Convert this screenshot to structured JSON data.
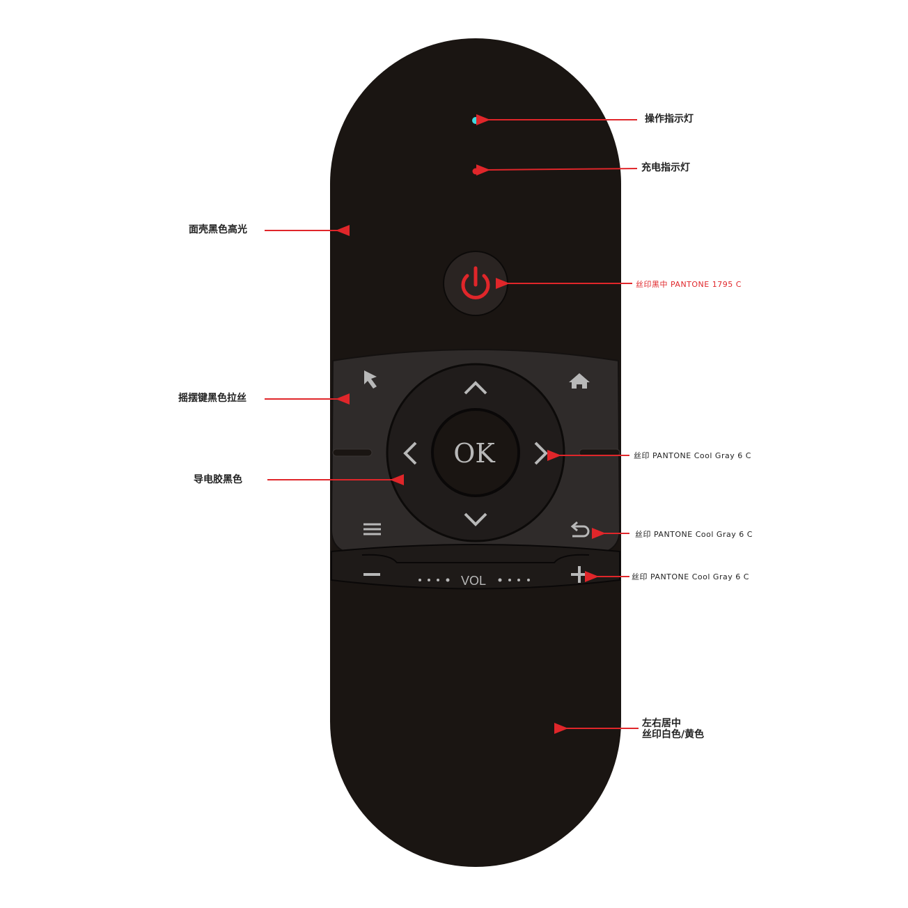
{
  "annotations": {
    "operation_indicator": "操作指示灯",
    "charge_indicator": "充电指示灯",
    "face_shell": "面壳黑色高光",
    "power_print": "丝印黑中 PANTONE 1795 C",
    "rocker_keys": "摇摆键黑色拉丝",
    "conductive_rubber": "导电胶黑色",
    "right_arrow_print": "丝印 PANTONE Cool Gray 6 C",
    "back_print": "丝印 PANTONE Cool Gray 6 C",
    "vol_plus_print": "丝印 PANTONE Cool Gray 6 C",
    "bottom_print_line1": "左右居中",
    "bottom_print_line2": "丝印白色/黄色"
  },
  "remote": {
    "ok_label": "OK",
    "vol_label": "VOL",
    "vol_minus": "−",
    "vol_plus": "+"
  },
  "colors": {
    "body": "#1a1512",
    "panel": "#2f2b2a",
    "ring": "#201c1b",
    "print_gray": "#b8b8b8",
    "power_red": "#e0262a",
    "arrow_red": "#e0262a",
    "led_cyan": "#3fd8e0",
    "led_red": "#e0262a"
  },
  "icons": [
    "pointer-icon",
    "home-icon",
    "menu-icon",
    "back-icon",
    "power-icon",
    "up-arrow-icon",
    "down-arrow-icon",
    "left-arrow-icon",
    "right-arrow-icon"
  ]
}
